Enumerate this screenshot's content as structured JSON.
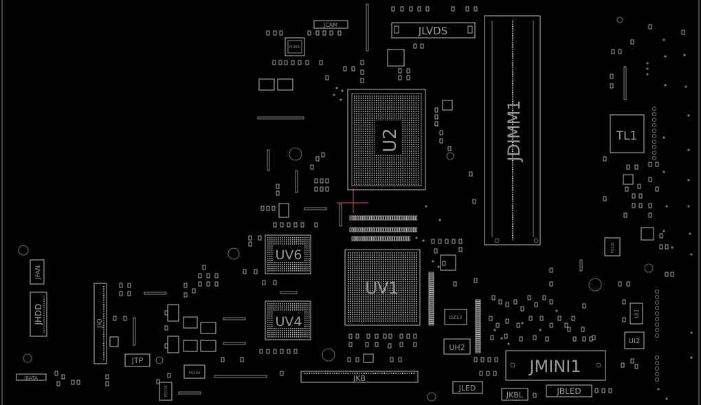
{
  "board": {
    "background": "#000000",
    "outline_color": "#bdbdbd",
    "label_color": "#9a9a9a",
    "accent_trace_color": "#b04a4a"
  },
  "components": {
    "cpu": "U2",
    "memory_slot": "JDIMM1",
    "lvds": "JLVDS",
    "camera": "JCAM",
    "pch": "UV1",
    "vram_top": "UV6",
    "vram_bottom": "UV4",
    "transformer": "TL1",
    "mini_pcie": "JMINI1",
    "keyboard": "JKB",
    "kb_backlight": "JKBL",
    "backlight_led": "JBLED",
    "led": "JLED",
    "touchpad": "JTP",
    "io": "JIO",
    "hdd": "JHDD",
    "fan": "JFAN",
    "battery": "JBATA",
    "usb_hub": "UH2",
    "oz_chip": "OZ12",
    "pwr_chip": "PU800",
    "ic_ui1": "UI1",
    "ic_ui2": "UI2",
    "pq100": "PQ100",
    "pq101": "PQ101",
    "pq118": "PQ118"
  }
}
